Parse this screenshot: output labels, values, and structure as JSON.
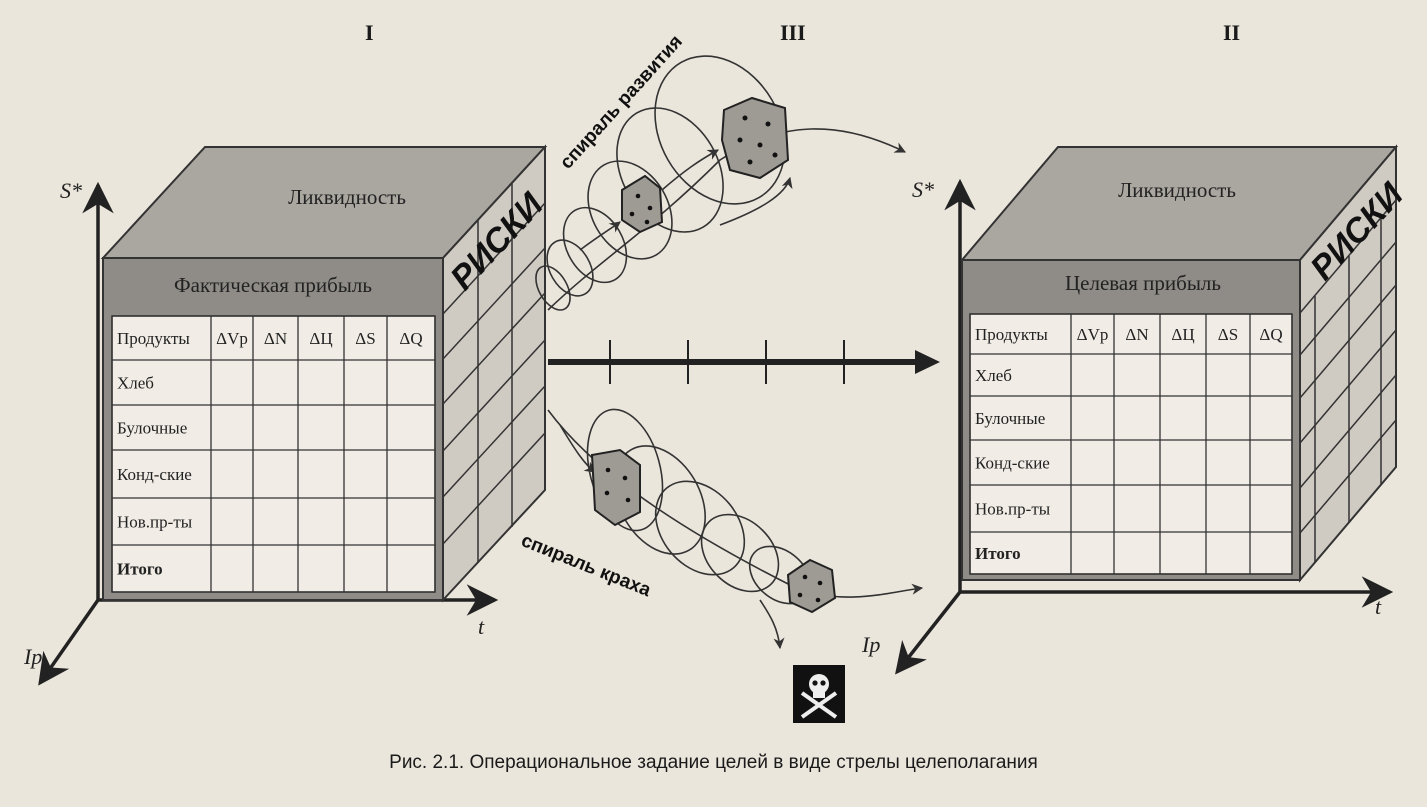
{
  "header": {
    "left": "I",
    "center": "III",
    "right": "II"
  },
  "axes": {
    "vertical": "S*",
    "horizontal": "t",
    "depth": "Ip"
  },
  "cube_left": {
    "top": "Ликвидность",
    "front_title": "Фактическая прибыль",
    "side": "РИСКИ",
    "columns": [
      "Продукты",
      "ΔVp",
      "ΔN",
      "ΔЦ",
      "ΔS",
      "ΔQ"
    ],
    "rows": [
      "Хлеб",
      "Булочные",
      "Конд-ские",
      "Нов.пр-ты",
      "Итого"
    ]
  },
  "cube_right": {
    "top": "Ликвидность",
    "front_title": "Целевая прибыль",
    "side": "РИСКИ",
    "columns": [
      "Продукты",
      "ΔVp",
      "ΔN",
      "ΔЦ",
      "ΔS",
      "ΔQ"
    ],
    "rows": [
      "Хлеб",
      "Булочные",
      "Конд-ские",
      "Нов.пр-ты",
      "Итого"
    ]
  },
  "spirals": {
    "upper": "спираль развития",
    "lower": "спираль краха"
  },
  "icons": {
    "crash": "skull-crossbones-icon"
  },
  "caption": "Рис. 2.1. Операциональное задание целей в виде стрелы целеполагания"
}
